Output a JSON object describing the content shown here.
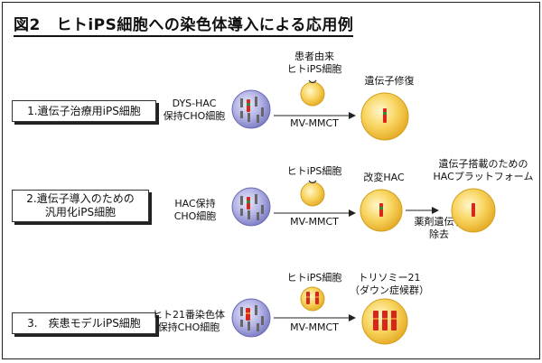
{
  "title": "図2　ヒトiPS細胞への染色体導入による応用例",
  "rows": [
    {
      "label": "1.遺伝子治療用iPS細胞",
      "donor": "DYS-HAC\n保持CHO細胞",
      "recipient": "患者由来\nヒトiPS細胞",
      "method": "MV-MMCT",
      "result": "遺伝子修復"
    },
    {
      "label": "2.遺伝子導入のための\n汎用化iPS細胞",
      "donor": "HAC保持\nCHO細胞",
      "recipient": "ヒトiPS細胞",
      "method": "MV-MMCT",
      "result": "改変HAC",
      "step": "薬剤遺伝子\n除去",
      "final": "遺伝子搭載のための\nHACプラットフォーム"
    },
    {
      "label": "3.　疾患モデルiPS細胞",
      "donor": "ヒト21番染色体\n保持CHO細胞",
      "recipient": "ヒトiPS細胞",
      "method": "MV-MMCT",
      "result": "トリソミー21\n（ダウン症候群）"
    }
  ],
  "colors": {
    "cho_cell": "#8f8fd0",
    "ips_cell": "#f2c341",
    "hac_red": "#d8261d",
    "hac_green": "#2f8f3a"
  }
}
